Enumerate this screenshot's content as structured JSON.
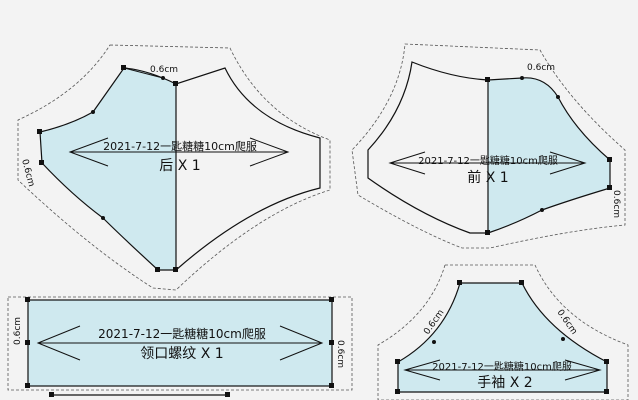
{
  "colors": {
    "background": "#f3f3f3",
    "fill": "#cfe9ef",
    "line": "#111111",
    "dashed": "#555555",
    "point": "#111111"
  },
  "pieces": {
    "back": {
      "date_label": "2021-7-12一匙糖糖10cm爬服",
      "name_label": "后 X 1",
      "seam_top": "0.6cm",
      "seam_left": "0.6cm"
    },
    "front": {
      "date_label": "2021-7-12一匙糖糖10cm爬服",
      "name_label": "前 X 1",
      "seam_top": "0.6cm",
      "seam_right": "0.6cm"
    },
    "collar": {
      "date_label": "2021-7-12一匙糖糖10cm爬服",
      "name_label": "领口螺纹 X 1",
      "seam_left": "0.6cm",
      "seam_right": "0.6cm"
    },
    "sleeve": {
      "date_label": "2021-7-12一匙糖糖10cm爬服",
      "name_label": "手袖 X 2",
      "seam_left": "0.6cm",
      "seam_right": "0.6cm"
    }
  }
}
